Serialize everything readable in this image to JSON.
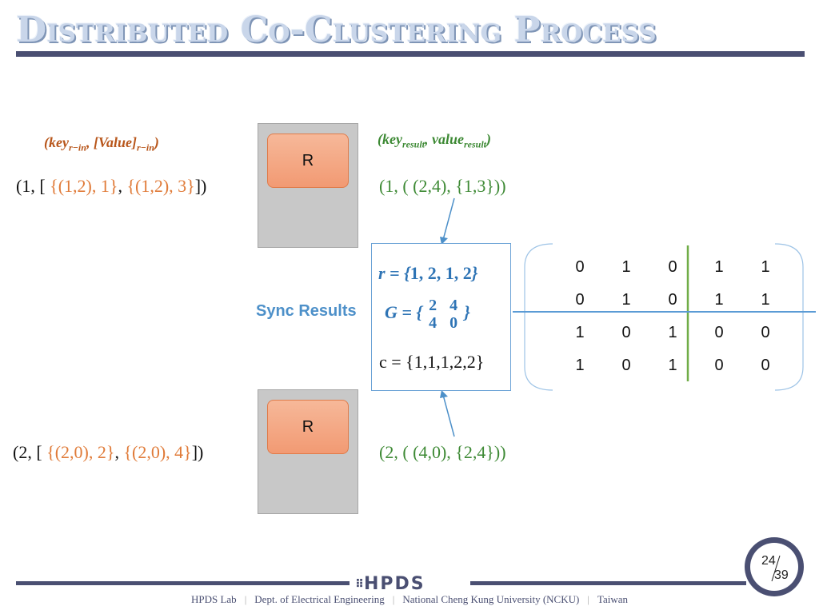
{
  "title": "Distributed Co-Clustering Process",
  "left": {
    "header_key": "(key",
    "header_key_sub": "r−in",
    "header_value": ", [Value]",
    "header_value_sub": "r−in",
    "header_close": ")",
    "tuple1_prefix": "(1, [ ",
    "tuple1_a": "{(1,2), 1}",
    "tuple1_sep": ", ",
    "tuple1_b": "{(1,2), 3}",
    "tuple1_suffix": "])",
    "tuple2_prefix": "(2, [ ",
    "tuple2_a": "{(2,0), 2}",
    "tuple2_sep": ", ",
    "tuple2_b": "{(2,0), 4}",
    "tuple2_suffix": "])"
  },
  "reducers": [
    "R",
    "R"
  ],
  "right": {
    "header_key": "(key",
    "header_key_sub": "result",
    "header_value": ", value",
    "header_value_sub": "result",
    "header_close": ")",
    "result1": "(1, ( (2,4), {1,3}))",
    "result2": "(2, ( (4,0), {2,4}))"
  },
  "sync": {
    "label": "Sync Results",
    "r_eq": "r = {",
    "r_vals": "1, 2, 1, 2",
    "r_close": "}",
    "g_eq": "G = {",
    "g_matrix": [
      [
        "2",
        "4"
      ],
      [
        "4",
        "0"
      ]
    ],
    "g_close": "}",
    "c_eq": "c = {1,1,1,2,2}"
  },
  "matrix": {
    "rows": [
      [
        "0",
        "1",
        "0",
        "1",
        "1"
      ],
      [
        "0",
        "1",
        "0",
        "1",
        "1"
      ],
      [
        "1",
        "0",
        "1",
        "0",
        "0"
      ],
      [
        "1",
        "0",
        "1",
        "0",
        "0"
      ]
    ]
  },
  "colors": {
    "title_fill": "#c9d6ea",
    "rule": "#4a4f72",
    "orange": "#e07b39",
    "green": "#3e8a35",
    "blue": "#2e74b5",
    "matrix_row_divider": "#5b9bd5",
    "matrix_col_divider": "#70ad47",
    "reducer_fill": "#c8c8c8",
    "reducer_tag": "#f4a582"
  },
  "footer": {
    "logo": "HPDS",
    "items": [
      "HPDS Lab",
      "Dept. of Electrical Engineering",
      "National Cheng Kung University (NCKU)",
      "Taiwan"
    ],
    "page_current": "24",
    "page_total": "39"
  }
}
